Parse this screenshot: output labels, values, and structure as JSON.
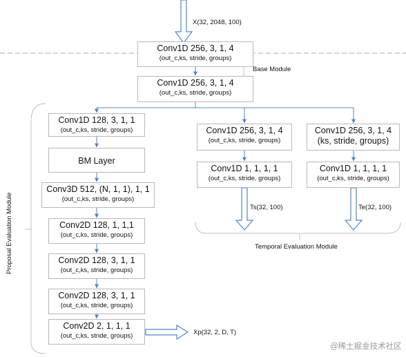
{
  "labels": {
    "input": "X(32, 2048, 100)",
    "base_module": "Base Module",
    "temporal_module": "Temporal Evaluation Module",
    "proposal_module": "Proposal Evaluation Module",
    "ts_output": "Ts(32, 100)",
    "te_output": "Te(32, 100)",
    "xp_output": "Xp(32, 2, D, T)"
  },
  "boxes": {
    "base1": {
      "title": "Conv1D 256, 3, 1, 4",
      "sub": "(out_c,ks, stride, groups)"
    },
    "base2": {
      "title": "Conv1D 256, 3, 1, 4",
      "sub": "(out_c,ks, stride, groups)"
    },
    "p1": {
      "title": "Conv1D 128, 3, 1, 1",
      "sub": "(out_c,ks, stride, groups)"
    },
    "bm": {
      "title": "BM Layer"
    },
    "p3": {
      "title": "Conv3D 512, (N, 1, 1), 1, 1",
      "sub": "(out_c,ks, stride, groups)"
    },
    "p4": {
      "title": "Conv2D 128, 1, 1,1",
      "sub": "(out_c,ks, stride, groups)"
    },
    "p5": {
      "title": "Conv2D 128, 3, 1, 1",
      "sub": "(out_c,ks, stride, groups)"
    },
    "p6": {
      "title": "Conv2D 128, 3, 1, 1",
      "sub": "(out_c,ks, stride, groups)"
    },
    "p7": {
      "title": "Conv2D 2, 1, 1, 1",
      "sub": "(out_c,ks, stride, groups)"
    },
    "ts1": {
      "title": "Conv1D 256, 3, 1, 4",
      "sub": "(out_c,ks, stride, groups)"
    },
    "ts2": {
      "title": "Conv1D 1, 1, 1, 1",
      "sub": "(out_c,ks, stride, groups)"
    },
    "te1": {
      "title": "Conv1D 256, 3, 1, 4",
      "sub": "(ks, stride, groups)"
    },
    "te2": {
      "title": "Conv1D 1, 1, 1, 1",
      "sub": "(out_c,ks, stride, groups)"
    }
  },
  "watermark": "@稀土掘金技术社区",
  "colors": {
    "arrow": "#4f87c6",
    "box_border": "#b8b8b8",
    "module_line": "#c0c0c0",
    "separator": "#a8a8a8"
  }
}
